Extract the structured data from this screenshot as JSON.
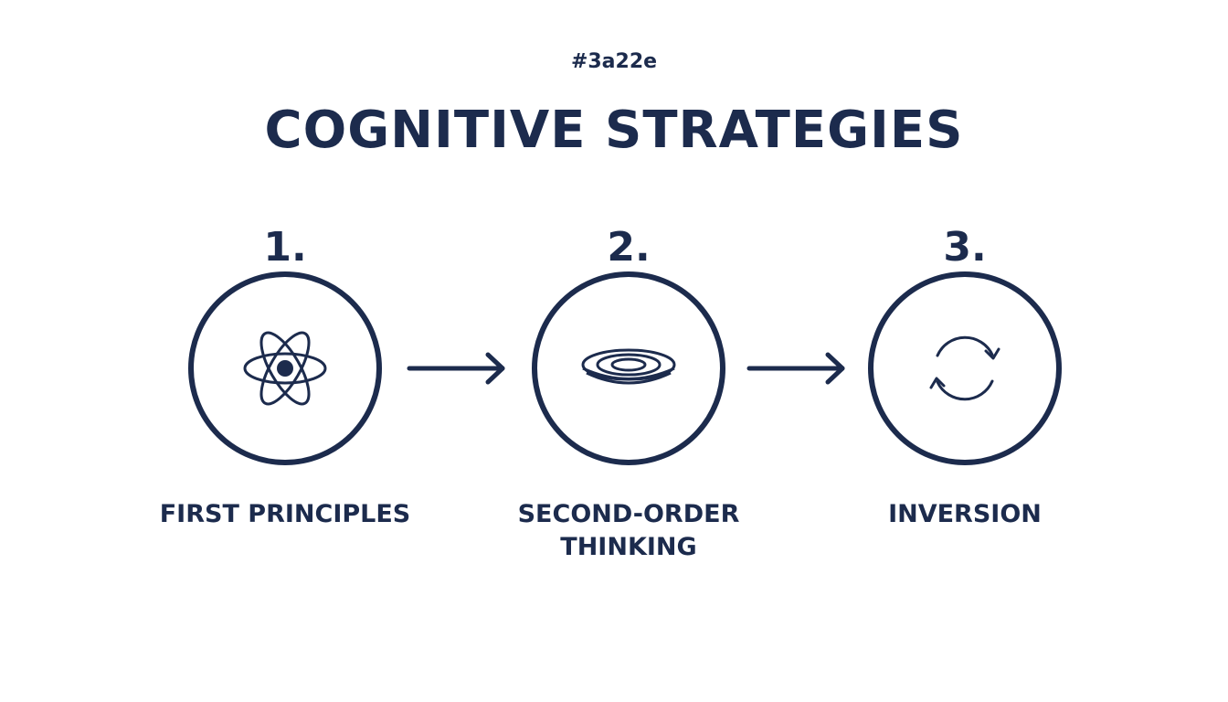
{
  "header": {
    "tag": "#3a22e",
    "title": "COGNITIVE STRATEGIES"
  },
  "colors": {
    "primary": "#1c2b4d",
    "background": "#ffffff"
  },
  "steps": [
    {
      "number": "1.",
      "label": "FIRST PRINCIPLES",
      "icon": "atom-icon"
    },
    {
      "number": "2.",
      "label": "SECOND-ORDER\nTHINKING",
      "icon": "concentric-rings-icon"
    },
    {
      "number": "3.",
      "label": "INVERSION",
      "icon": "cycle-arrows-icon"
    }
  ]
}
